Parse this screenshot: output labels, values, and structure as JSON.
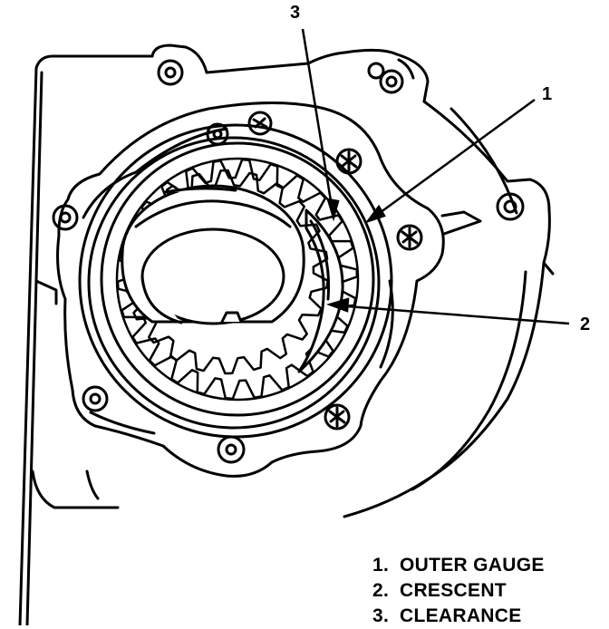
{
  "callouts": {
    "c1": "1",
    "c2": "2",
    "c3": "3"
  },
  "legend": [
    {
      "num": "1.",
      "text": "OUTER GAUGE"
    },
    {
      "num": "2.",
      "text": "CRESCENT"
    },
    {
      "num": "3.",
      "text": "CLEARANCE"
    }
  ],
  "colors": {
    "ink": "#000000",
    "paper": "#ffffff"
  }
}
